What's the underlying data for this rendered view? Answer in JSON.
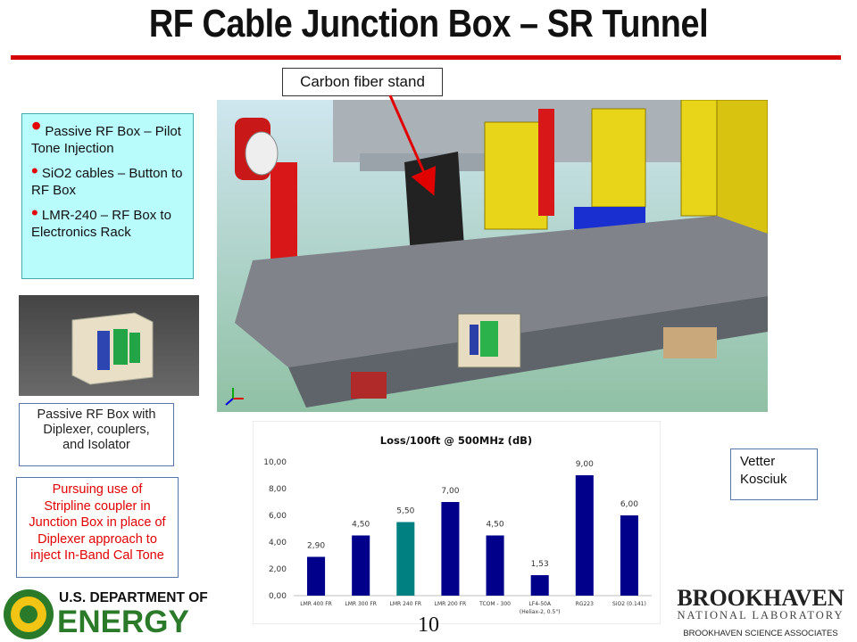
{
  "slide": {
    "title": "RF Cable Junction Box – SR Tunnel",
    "callout": "Carbon fiber stand",
    "bullets": [
      "Passive RF Box – Pilot Tone Injection",
      "SiO2 cables – Button to RF Box",
      "LMR-240 – RF Box to Electronics Rack"
    ],
    "thumb_caption_lines": [
      "Passive RF Box with",
      "Diplexer, couplers,",
      "and Isolator"
    ],
    "note_lines": [
      "Pursuing use of",
      "Stripline coupler in",
      "Junction Box in place of",
      "Diplexer approach to",
      "inject In-Band Cal Tone"
    ],
    "names": [
      "Vetter",
      "Kosciuk"
    ],
    "page_number": "10",
    "colors": {
      "title_rule": "#d40000",
      "bullet_box": "#b9fcfc",
      "note_text": "#e00000"
    }
  },
  "logos": {
    "doe_line1": "U.S. DEPARTMENT OF",
    "doe_line2": "ENERGY",
    "bnl_line1": "BROOKHAVEN",
    "bnl_line2": "NATIONAL LABORATORY",
    "bnl_line3": "BROOKHAVEN SCIENCE ASSOCIATES"
  },
  "chart_data": {
    "type": "bar",
    "title": "Loss/100ft @ 500MHz (dB)",
    "categories": [
      "LMR 400 FR",
      "LMR 300 FR",
      "LMR 240 FR",
      "LMR 200 FR",
      "TCOM - 300",
      "LF4-50A",
      "RG223",
      "SiO2 (0.141)"
    ],
    "category_sublabels": [
      "",
      "",
      "",
      "",
      "",
      "(Heliax-2, 0.5\")",
      "",
      ""
    ],
    "values": [
      2.9,
      4.5,
      5.5,
      7.0,
      4.5,
      1.53,
      9.0,
      6.0
    ],
    "data_labels": [
      "2,90",
      "4,50",
      "5,50",
      "7,00",
      "4,50",
      "1,53",
      "9,00",
      "6,00"
    ],
    "y_ticks": [
      "0,00",
      "2,00",
      "4,00",
      "6,00",
      "8,00",
      "10,00"
    ],
    "ylim": [
      0,
      10
    ],
    "grid": false,
    "bar_color": "#00008b",
    "highlight_index": 2,
    "highlight_color": "#008080"
  }
}
